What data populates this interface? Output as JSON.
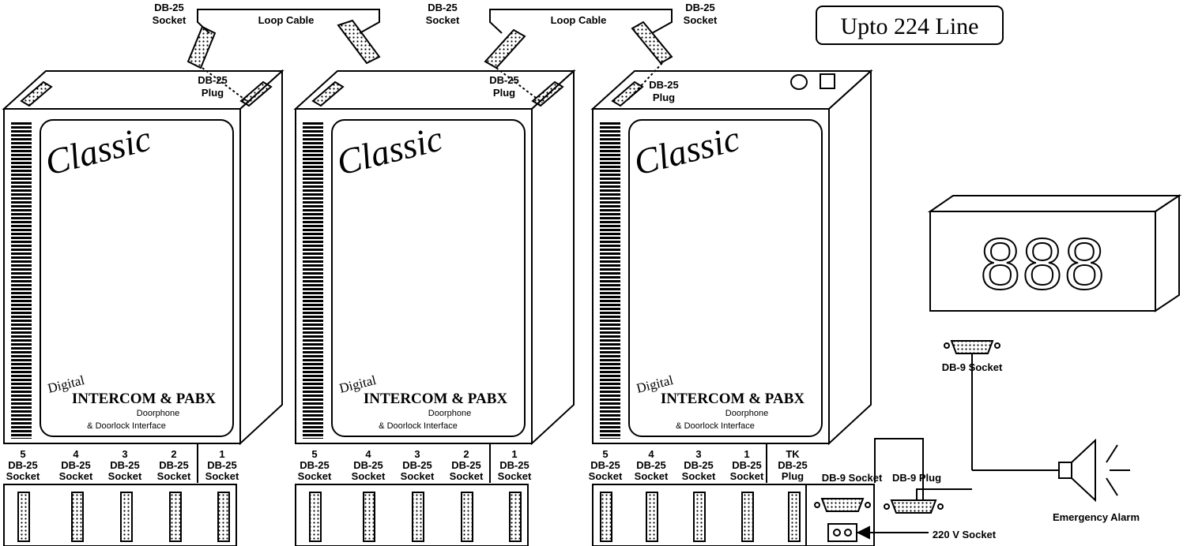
{
  "title_box": {
    "text": "Upto 224 Line"
  },
  "display": {
    "digits": "888"
  },
  "loop_cable_label": "Loop Cable",
  "db25_socket_label": [
    "DB-25",
    "Socket"
  ],
  "db25_plug_label": [
    "DB-25",
    "Plug"
  ],
  "unit": {
    "brand": "Classic",
    "digital": "Digital",
    "product": "INTERCOM & PABX",
    "sub1": "Doorphone",
    "sub2": "& Doorlock Interface"
  },
  "ports": {
    "unit1": [
      "5",
      "4",
      "3",
      "2",
      "1"
    ],
    "unit2": [
      "5",
      "4",
      "3",
      "2",
      "1"
    ],
    "unit3": [
      "5",
      "4",
      "3",
      "1",
      "TK"
    ],
    "tk_type": "Plug"
  },
  "db9_socket_label": "DB-9 Socket",
  "db9_plug_label": "DB-9 Plug",
  "power_label": "220 V Socket",
  "alarm_label": "Emergency Alarm"
}
